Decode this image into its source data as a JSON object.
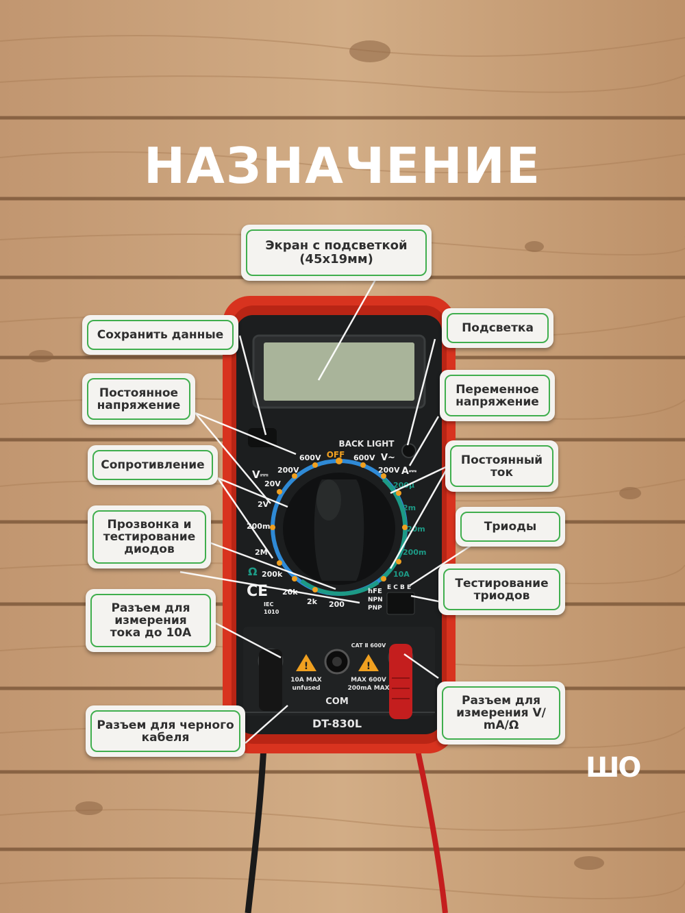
{
  "title": "НАЗНАЧЕНИЕ",
  "brand": "ШО",
  "labels": {
    "screen": "Экран с подсветкой\n(45х19мм)",
    "save_data": "Сохранить данные",
    "backlight": "Подсветка",
    "dc_voltage": "Постоянное\nнапряжение",
    "ac_voltage": "Переменное\nнапряжение",
    "resistance": "Сопротивление",
    "dc_current": "Постоянный\nток",
    "continuity": "Прозвонка и\nтестирование\nдиодов",
    "triodes": "Триоды",
    "triode_test": "Тестирование\nтриодов",
    "socket_10a": "Разъем для\nизмерения\nтока до 10А",
    "socket_black": "Разъем для черного\nкабеля",
    "socket_vma": "Разъем для\nизмерения V/\nmA/Ω"
  },
  "device": {
    "model": "DT-830L",
    "backlight_text": "BACK LIGHT",
    "off_text": "OFF",
    "cat_text": "CAT Ⅱ 600V",
    "com_text": "COM",
    "dial_left": [
      "600V",
      "200V",
      "20V",
      "2V",
      "200m",
      "2M",
      "200k",
      "20k",
      "2k",
      "200"
    ],
    "dial_right": [
      "600V",
      "200V",
      "200μ",
      "2m",
      "20m",
      "200m",
      "10A"
    ],
    "mode_v_dc": "V⎓",
    "mode_v_ac": "V~",
    "mode_a": "A⎓",
    "mode_ohm": "Ω",
    "hfe": "hFE",
    "npn": "NPN",
    "pnp": "PNP",
    "ebce": "E C B E",
    "left_port_text": "10A MAX\nunfused",
    "right_port_text": "MAX 600V\n200mA MAX",
    "ce_mark": "CE",
    "iec_text": "IEC\n1010"
  },
  "colors": {
    "wood_light": "#c9a47c",
    "wood_dark": "#8a6441",
    "body_red": "#d8331f",
    "panel_black": "#1c1e1f",
    "dial_blue": "#2f8ad6",
    "dial_green": "#1d9a86",
    "lcd": "#a9b49a",
    "label_border": "#3fae4d",
    "lead_red": "#c41e1e"
  }
}
